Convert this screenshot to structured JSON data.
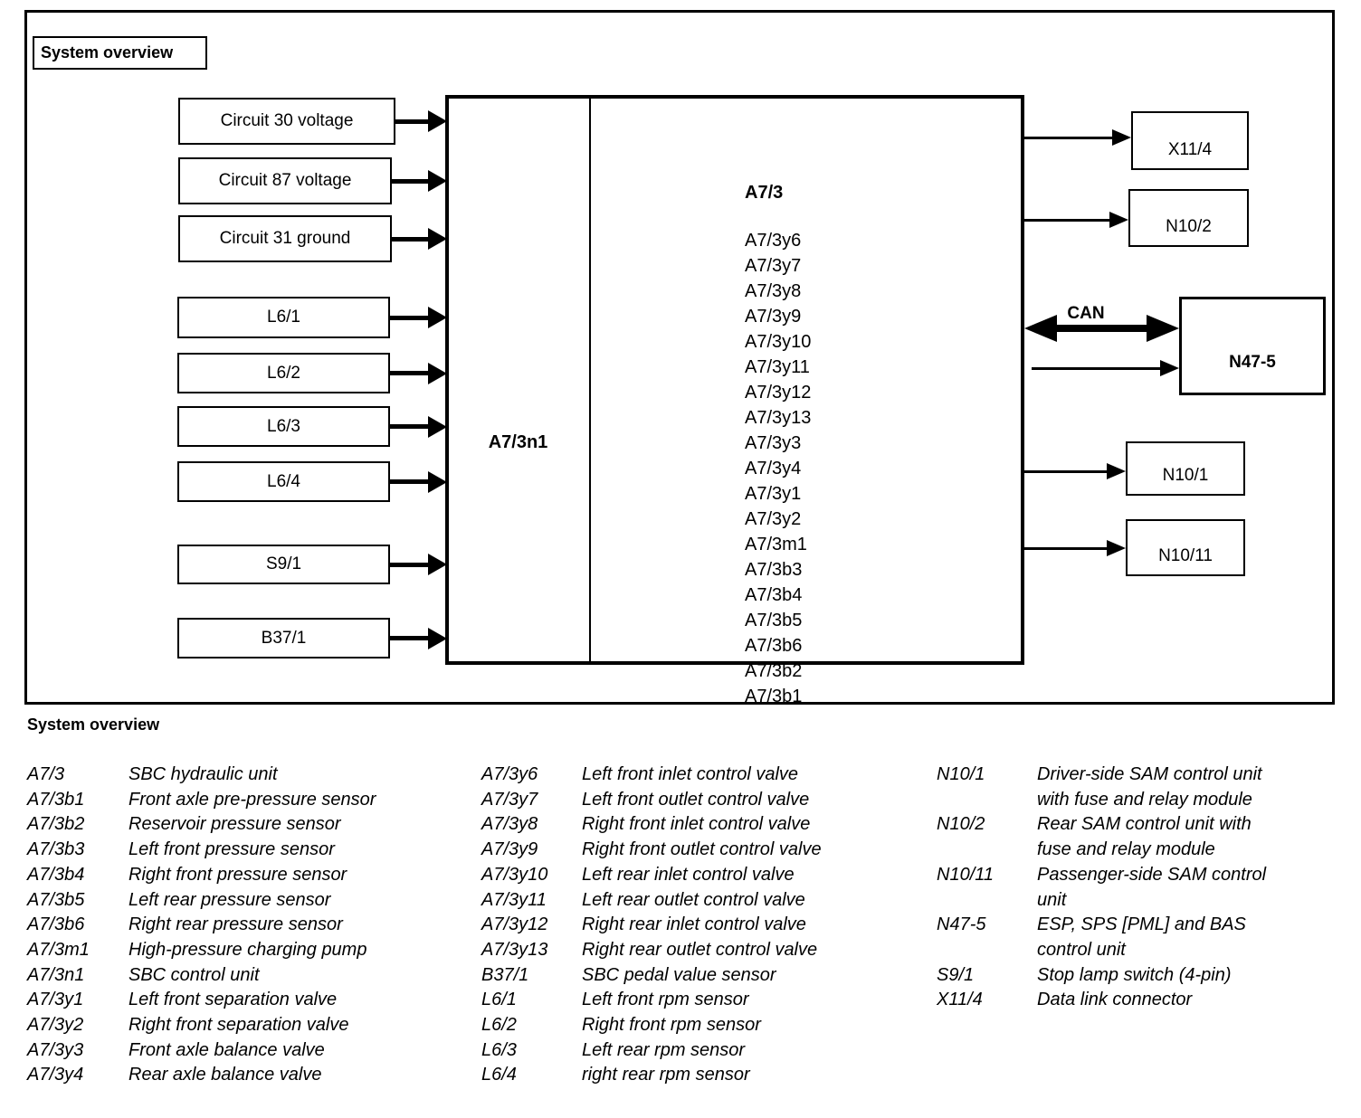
{
  "diagram": {
    "title": "System overview",
    "inputs": [
      "Circuit 30 voltage",
      "Circuit 87 voltage",
      "Circuit 31 ground",
      "L6/1",
      "L6/2",
      "L6/3",
      "L6/4",
      "S9/1",
      "B37/1"
    ],
    "central_unit": {
      "left_label": "A7/3n1",
      "title": "A7/3",
      "components": [
        "A7/3y6",
        "A7/3y7",
        "A7/3y8",
        "A7/3y9",
        "A7/3y10",
        "A7/3y11",
        "A7/3y12",
        "A7/3y13",
        "A7/3y3",
        "A7/3y4",
        "A7/3y1",
        "A7/3y2",
        "A7/3m1",
        "A7/3b3",
        "A7/3b4",
        "A7/3b5",
        "A7/3b6",
        "A7/3b2",
        "A7/3b1"
      ]
    },
    "bus_label": "CAN",
    "outputs": [
      "X11/4",
      "N10/2",
      "N47-5",
      "N10/1",
      "N10/11"
    ]
  },
  "legend": {
    "title": "System overview",
    "columns": [
      [
        {
          "term": "A7/3",
          "def": "SBC hydraulic unit"
        },
        {
          "term": "A7/3b1",
          "def": "Front axle pre-pressure sensor"
        },
        {
          "term": "A7/3b2",
          "def": "Reservoir pressure sensor"
        },
        {
          "term": "A7/3b3",
          "def": "Left front pressure sensor"
        },
        {
          "term": "A7/3b4",
          "def": "Right front pressure sensor"
        },
        {
          "term": "A7/3b5",
          "def": "Left rear pressure sensor"
        },
        {
          "term": "A7/3b6",
          "def": "Right rear pressure sensor"
        },
        {
          "term": "A7/3m1",
          "def": "High-pressure charging pump"
        },
        {
          "term": "A7/3n1",
          "def": "SBC control unit"
        },
        {
          "term": "A7/3y1",
          "def": "Left front separation valve"
        },
        {
          "term": "A7/3y2",
          "def": "Right front separation valve"
        },
        {
          "term": "A7/3y3",
          "def": "Front axle balance valve"
        },
        {
          "term": "A7/3y4",
          "def": "Rear axle balance valve"
        }
      ],
      [
        {
          "term": "A7/3y6",
          "def": "Left front inlet control valve"
        },
        {
          "term": "A7/3y7",
          "def": "Left front outlet control valve"
        },
        {
          "term": "A7/3y8",
          "def": "Right front inlet control valve"
        },
        {
          "term": "A7/3y9",
          "def": "Right front outlet control valve"
        },
        {
          "term": "A7/3y10",
          "def": "Left rear inlet control valve"
        },
        {
          "term": "A7/3y11",
          "def": "Left rear outlet control valve"
        },
        {
          "term": "A7/3y12",
          "def": "Right rear inlet control valve"
        },
        {
          "term": "A7/3y13",
          "def": "Right rear outlet control valve"
        },
        {
          "term": "B37/1",
          "def": "SBC pedal value sensor"
        },
        {
          "term": "L6/1",
          "def": "Left front rpm sensor"
        },
        {
          "term": "L6/2",
          "def": "Right front rpm sensor"
        },
        {
          "term": "L6/3",
          "def": "Left rear rpm sensor"
        },
        {
          "term": "L6/4",
          "def": "right rear rpm sensor"
        }
      ],
      [
        {
          "term": "N10/1",
          "def": "Driver-side SAM control unit with fuse and relay module"
        },
        {
          "term": "N10/2",
          "def": "Rear SAM control unit with fuse and relay module"
        },
        {
          "term": "N10/11",
          "def": "Passenger-side SAM control unit"
        },
        {
          "term": "N47-5",
          "def": "ESP, SPS [PML] and BAS control unit"
        },
        {
          "term": "S9/1",
          "def": "Stop lamp switch (4-pin)"
        },
        {
          "term": "X11/4",
          "def": "Data link connector"
        }
      ]
    ]
  }
}
